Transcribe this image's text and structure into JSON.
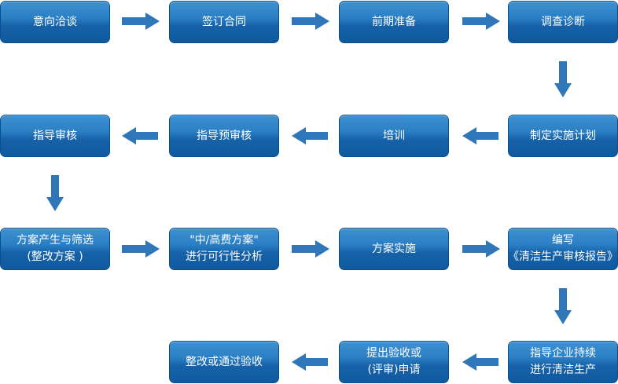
{
  "colors": {
    "box_top": "#3f91d1",
    "box_bottom": "#0f5a9f",
    "box_border": "#0b4f8a",
    "arrow": "#2f77b8",
    "text": "#ffffff"
  },
  "steps": {
    "s1": {
      "lines": [
        "意向洽谈"
      ]
    },
    "s2": {
      "lines": [
        "签订合同"
      ]
    },
    "s3": {
      "lines": [
        "前期准备"
      ]
    },
    "s4": {
      "lines": [
        "调查诊断"
      ]
    },
    "s5": {
      "lines": [
        "制定实施计划"
      ]
    },
    "s6": {
      "lines": [
        "培训"
      ]
    },
    "s7": {
      "lines": [
        "指导预审核"
      ]
    },
    "s8": {
      "lines": [
        "指导审核"
      ]
    },
    "s9": {
      "lines": [
        "方案产生与筛选",
        "(整改方案 )"
      ]
    },
    "s10": {
      "lines": [
        "\"中/高费方案\"",
        "进行可行性分析"
      ]
    },
    "s11": {
      "lines": [
        "方案实施"
      ]
    },
    "s12": {
      "lines": [
        "编写",
        "《清洁生产审核报告》"
      ]
    },
    "s13": {
      "lines": [
        "指导企业持续",
        "进行清洁生产"
      ]
    },
    "s14": {
      "lines": [
        "提出验收或",
        "(评审)申请"
      ]
    },
    "s15": {
      "lines": [
        "整改或通过验收"
      ]
    }
  },
  "arrows": [
    {
      "from": "意向洽谈",
      "to": "签订合同",
      "direction": "right"
    },
    {
      "from": "签订合同",
      "to": "前期准备",
      "direction": "right"
    },
    {
      "from": "前期准备",
      "to": "调查诊断",
      "direction": "right"
    },
    {
      "from": "调查诊断",
      "to": "制定实施计划",
      "direction": "down"
    },
    {
      "from": "制定实施计划",
      "to": "培训",
      "direction": "left"
    },
    {
      "from": "培训",
      "to": "指导预审核",
      "direction": "left"
    },
    {
      "from": "指导预审核",
      "to": "指导审核",
      "direction": "left"
    },
    {
      "from": "指导审核",
      "to": "方案产生与筛选",
      "direction": "down"
    },
    {
      "from": "方案产生与筛选",
      "to": "\"中/高费方案\"",
      "direction": "right"
    },
    {
      "from": "\"中/高费方案\"",
      "to": "方案实施",
      "direction": "right"
    },
    {
      "from": "方案实施",
      "to": "编写",
      "direction": "right"
    },
    {
      "from": "编写",
      "to": "指导企业持续",
      "direction": "down"
    },
    {
      "from": "指导企业持续",
      "to": "提出验收或",
      "direction": "left"
    },
    {
      "from": "提出验收或",
      "to": "整改或通过验收",
      "direction": "left"
    }
  ]
}
